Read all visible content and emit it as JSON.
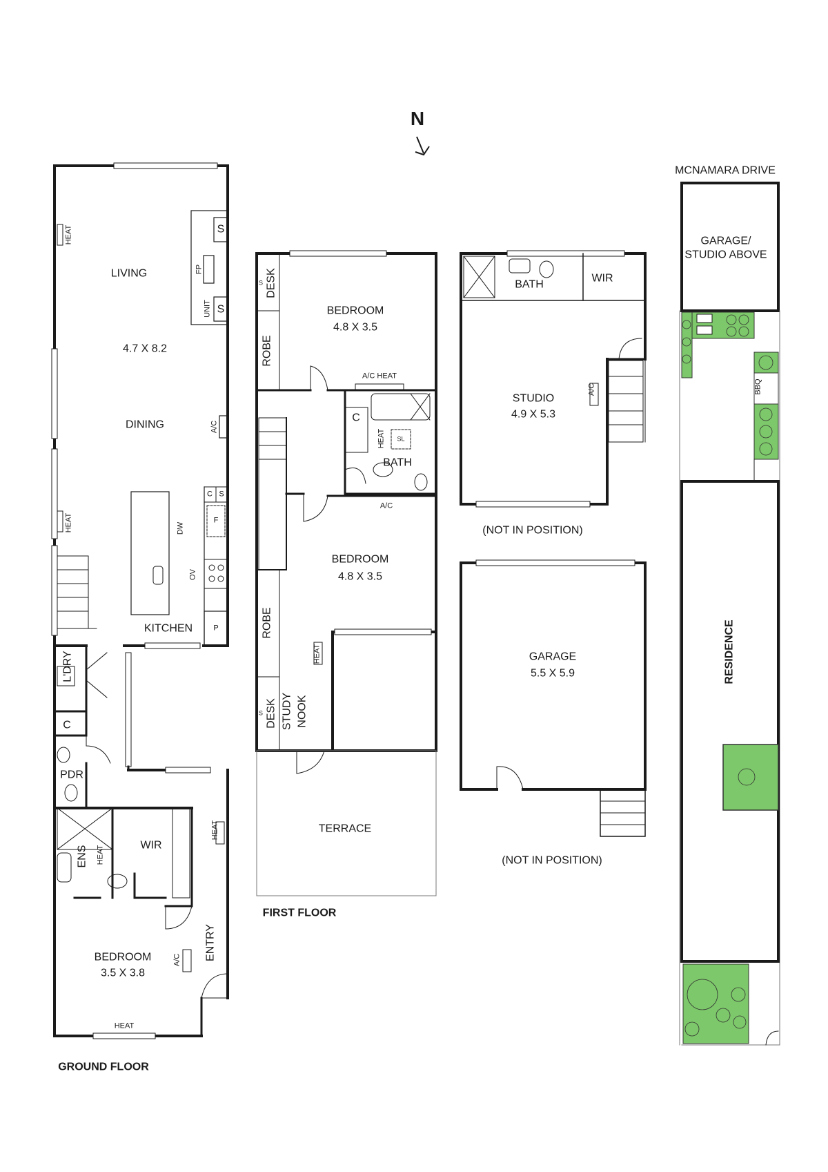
{
  "compass": {
    "label": "N",
    "icon": "north-arrow-icon"
  },
  "colors": {
    "wall": "#1a1a1a",
    "garden": "#7dc86a",
    "garden_dark": "#5fae4f",
    "thin": "#555555"
  },
  "ground_floor": {
    "title": "GROUND FLOOR",
    "living": "LIVING",
    "living_dim": "4.7 X 8.2",
    "dining": "DINING",
    "kitchen": "KITCHEN",
    "laundry": "L'DRY",
    "cupboard": "C",
    "powder": "PDR",
    "ensuite": "ENS",
    "wir": "WIR",
    "bedroom": "BEDROOM",
    "bedroom_dim": "3.5 X 3.8",
    "entry": "ENTRY",
    "heat": "HEAT",
    "ac": "A/C",
    "fireplace": "FP",
    "unit": "UNIT",
    "shelf": "S",
    "dishwasher": "DW",
    "oven": "OV",
    "fridge": "F",
    "pantry": "P",
    "c_label": "C"
  },
  "first_floor": {
    "title": "FIRST FLOOR",
    "bedroom1": "BEDROOM",
    "bedroom1_dim": "4.8 X 3.5",
    "bedroom2": "BEDROOM",
    "bedroom2_dim": "4.8 X 3.5",
    "bath": "BATH",
    "robe": "ROBE",
    "desk": "DESK",
    "study_nook_1": "STUDY",
    "study_nook_2": "NOOK",
    "cupboard": "C",
    "ac_heat": "A/C HEAT",
    "ac": "A/C",
    "heat": "HEAT",
    "skylight": "SL",
    "shelf": "S",
    "terrace": "TERRACE"
  },
  "studio": {
    "bath": "BATH",
    "wir": "WIR",
    "studio": "STUDIO",
    "studio_dim": "4.9 X 5.3",
    "ac": "A/C",
    "note": "(NOT IN POSITION)"
  },
  "garage": {
    "garage": "GARAGE",
    "garage_dim": "5.5 X 5.9",
    "note": "(NOT IN POSITION)"
  },
  "site": {
    "street": "MCNAMARA DRIVE",
    "garage_line1": "GARAGE/",
    "garage_line2": "STUDIO ABOVE",
    "bbq": "BBQ",
    "residence": "RESIDENCE"
  }
}
